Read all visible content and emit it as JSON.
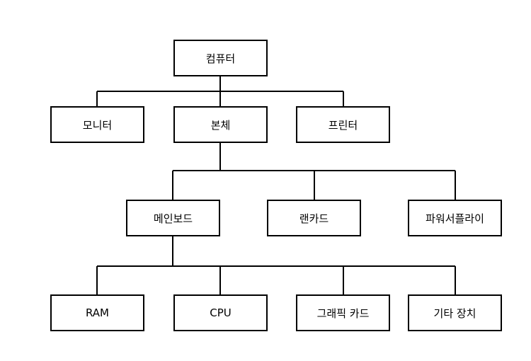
{
  "nodes": {
    "computer": "컴퓨터",
    "monitor": "모니터",
    "main_body": "본체",
    "printer": "프린터",
    "mainboard": "메인보드",
    "lan_card": "랜카드",
    "power_supply": "파워서플라이",
    "ram": "RAM",
    "cpu": "CPU",
    "graphics_card": "그래픽 카드",
    "other_devices": "기타 장치"
  },
  "colors": {
    "line": "#000000",
    "box_border": "#000000",
    "box_fill": "#ffffff"
  }
}
